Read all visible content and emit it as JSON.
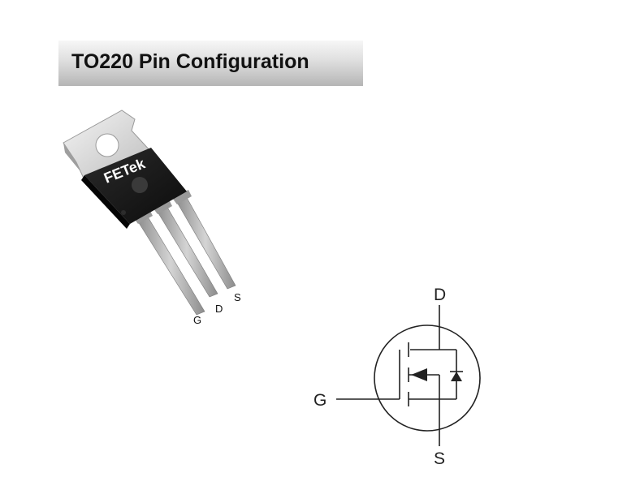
{
  "title": "TO220 Pin Configuration",
  "package": {
    "brand": "FETek",
    "pins": {
      "gate": "G",
      "drain": "D",
      "source": "S"
    }
  },
  "schematic": {
    "pins": {
      "drain": "D",
      "gate": "G",
      "source": "S"
    }
  },
  "colors": {
    "body": "#1a1a1a",
    "tab": "#d8d8d8",
    "lead": "#a8a8a8",
    "line": "#222222"
  }
}
